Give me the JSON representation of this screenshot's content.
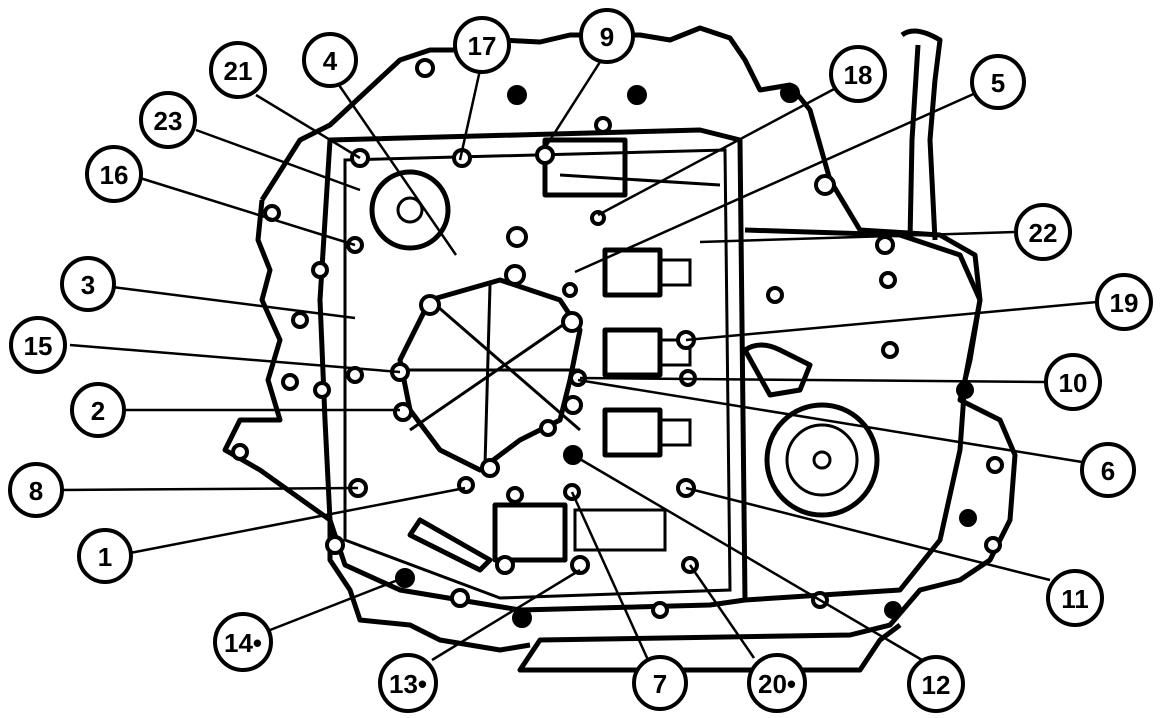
{
  "diagram": {
    "callouts": [
      {
        "id": "1",
        "label": "1"
      },
      {
        "id": "2",
        "label": "2"
      },
      {
        "id": "3",
        "label": "3"
      },
      {
        "id": "4",
        "label": "4"
      },
      {
        "id": "5",
        "label": "5"
      },
      {
        "id": "6",
        "label": "6"
      },
      {
        "id": "7",
        "label": "7"
      },
      {
        "id": "8",
        "label": "8"
      },
      {
        "id": "9",
        "label": "9"
      },
      {
        "id": "10",
        "label": "10"
      },
      {
        "id": "11",
        "label": "11"
      },
      {
        "id": "12",
        "label": "12"
      },
      {
        "id": "13",
        "label": "13•"
      },
      {
        "id": "14",
        "label": "14•"
      },
      {
        "id": "15",
        "label": "15"
      },
      {
        "id": "16",
        "label": "16"
      },
      {
        "id": "17",
        "label": "17"
      },
      {
        "id": "18",
        "label": "18"
      },
      {
        "id": "19",
        "label": "19"
      },
      {
        "id": "20",
        "label": "20•"
      },
      {
        "id": "21",
        "label": "21"
      },
      {
        "id": "22",
        "label": "22"
      },
      {
        "id": "23",
        "label": "23"
      }
    ]
  }
}
